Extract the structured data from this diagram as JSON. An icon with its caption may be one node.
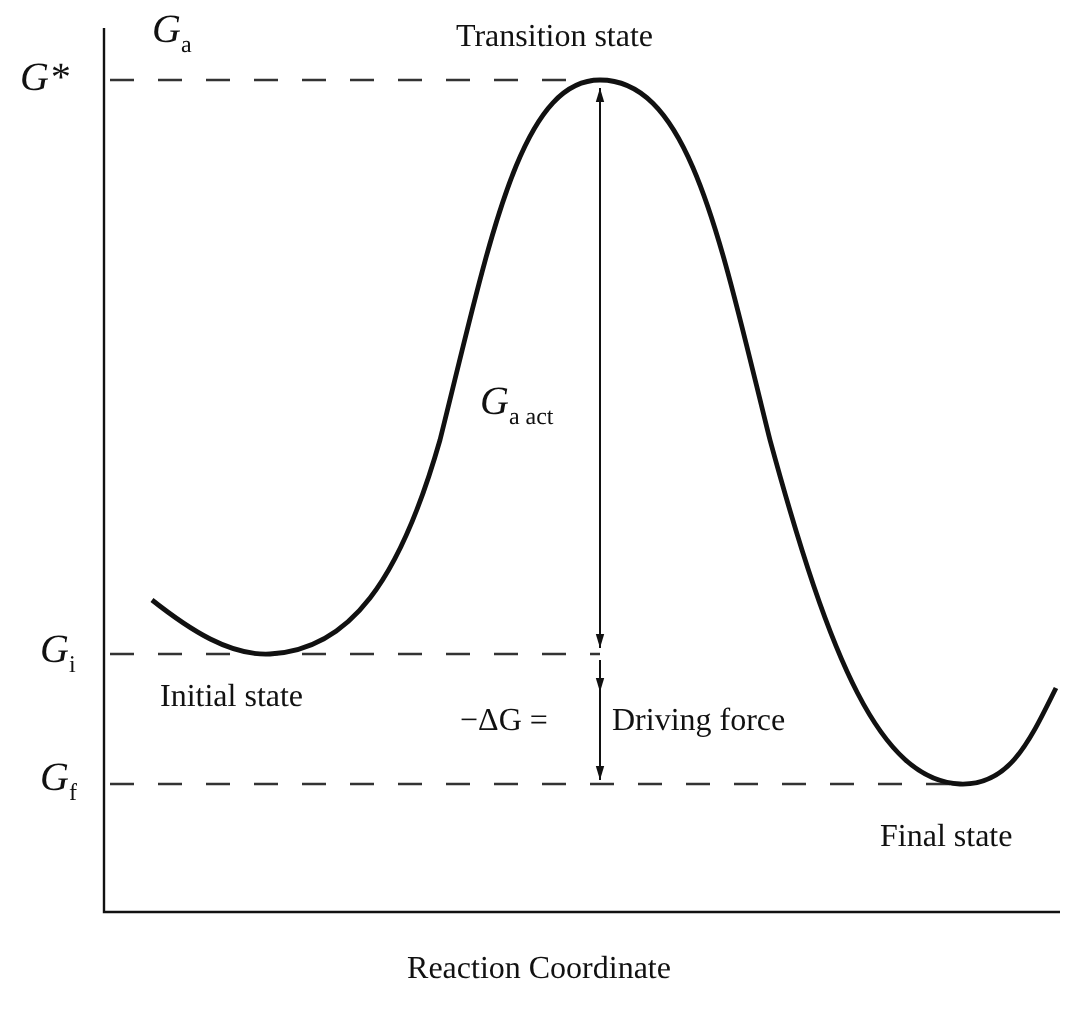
{
  "diagram": {
    "labels": [
      "*G*$_{a}$",
      "Transition state",
      "G*",
      "*G*$_{a act}$",
      "*G*$_{i}$",
      "Initial state",
      "−ΔG =",
      "Driving force",
      "*G*$_{f}$",
      "Final state",
      "Reaction Coordinate"
    ]
  }
}
